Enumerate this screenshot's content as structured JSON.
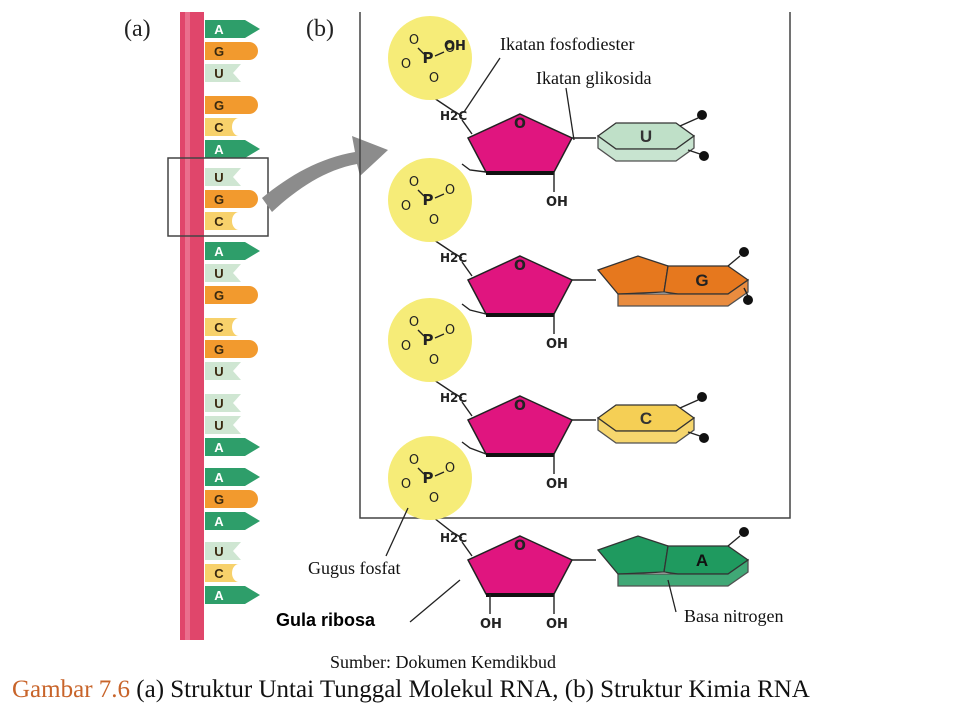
{
  "panel_a_label": "(a)",
  "panel_b_label": "(b)",
  "strand_bases": [
    "A",
    "G",
    "U",
    "G",
    "C",
    "A",
    "U",
    "G",
    "C",
    "A",
    "U",
    "G",
    "C",
    "G",
    "U",
    "U",
    "U",
    "A",
    "A",
    "G",
    "A",
    "U",
    "C",
    "A"
  ],
  "base_colors": {
    "A": "#2e9e6a",
    "G": "#f29a2e",
    "U": "#cfe6d2",
    "C": "#f7d16b"
  },
  "nucleotides": [
    {
      "base": "U",
      "base_color": "#bfe0c8",
      "sugar_substituent": "OH",
      "sugar_label": "O",
      "h2c": "H2C"
    },
    {
      "base": "G",
      "base_color": "#e6781e",
      "sugar_substituent": "OH",
      "sugar_label": "O",
      "h2c": "H2C"
    },
    {
      "base": "C",
      "base_color": "#f5cf55",
      "sugar_substituent": "OH",
      "sugar_label": "O",
      "h2c": "H2C"
    },
    {
      "base": "A",
      "base_color": "#1f9a5f",
      "sugar_substituent": "OH",
      "sugar_label": "O",
      "h2c": "H2C",
      "bottom_oh_left": "OH"
    }
  ],
  "phosphate": {
    "p": "P",
    "o": "O",
    "oh": "OH",
    "color": "#f6ec78"
  },
  "sugar_color": "#e0157f",
  "labels": {
    "fosfodiester": "Ikatan fosfodiester",
    "glikosida": "Ikatan glikosida",
    "gugus_fosfat": "Gugus fosfat",
    "gula_ribosa": "Gula ribosa",
    "basa_nitrogen": "Basa nitrogen"
  },
  "source": "Sumber: Dokumen Kemdikbud",
  "caption": {
    "figure": "Gambar 7.6",
    "text": " (a) Struktur Untai Tunggal Molekul RNA, (b) Struktur Kimia RNA"
  }
}
